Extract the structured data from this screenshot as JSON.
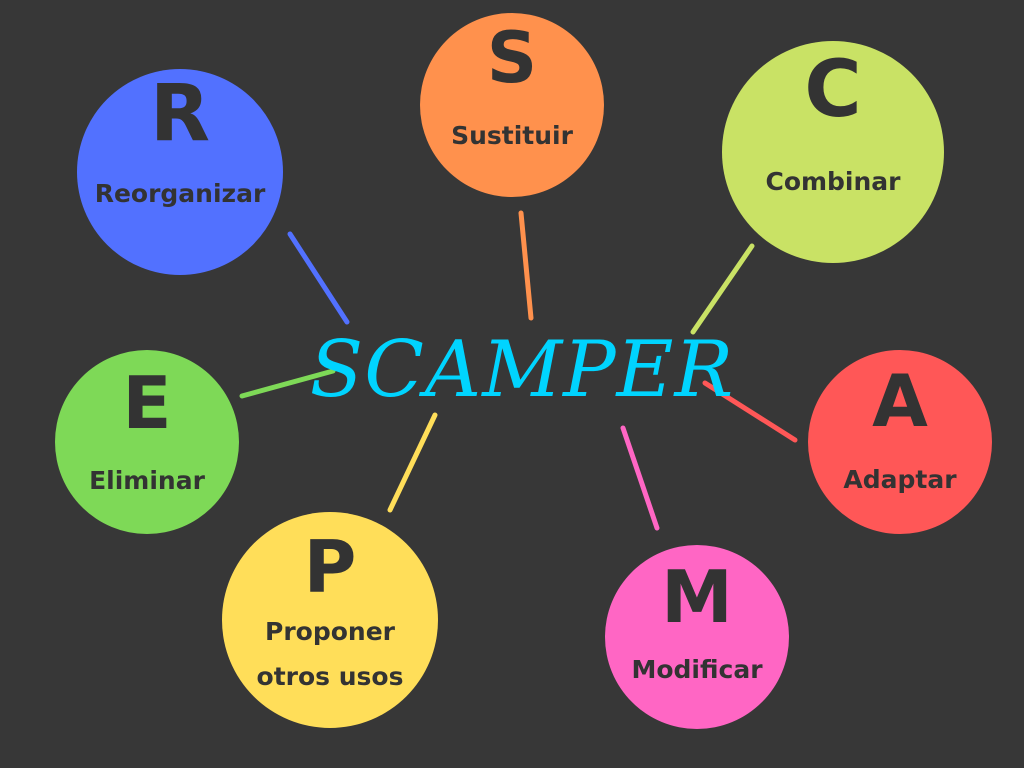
{
  "title": "SCAMPER",
  "title_color": "#00d4ff",
  "background": "#373737",
  "nodes": [
    {
      "id": "r",
      "letter": "R",
      "label": [
        "Reorganizar"
      ],
      "color": "#5271ff"
    },
    {
      "id": "s",
      "letter": "S",
      "label": [
        "Sustituir"
      ],
      "color": "#ff914d"
    },
    {
      "id": "c",
      "letter": "C",
      "label": [
        "Combinar"
      ],
      "color": "#c9e265"
    },
    {
      "id": "a",
      "letter": "A",
      "label": [
        "Adaptar"
      ],
      "color": "#ff5757"
    },
    {
      "id": "m",
      "letter": "M",
      "label": [
        "Modificar"
      ],
      "color": "#ff66c4"
    },
    {
      "id": "p",
      "letter": "P",
      "label": [
        "Proponer",
        "otros usos"
      ],
      "color": "#ffde59"
    },
    {
      "id": "e",
      "letter": "E",
      "label": [
        "Eliminar"
      ],
      "color": "#7ed957"
    }
  ]
}
